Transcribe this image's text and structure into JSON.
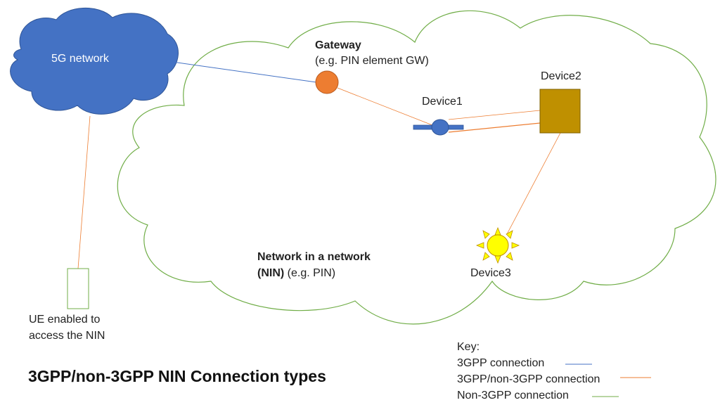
{
  "five_g": {
    "label": "5G network"
  },
  "gateway": {
    "title": "Gateway",
    "subtitle": "(e.g. PIN element GW)"
  },
  "device1": {
    "label": "Device1"
  },
  "device2": {
    "label": "Device2"
  },
  "device3": {
    "label": "Device3"
  },
  "nin": {
    "line1": "Network in a network",
    "line2_bold": "(NIN)",
    "line2_rest": " (e.g. PIN)"
  },
  "ue": {
    "line1": "UE enabled to",
    "line2": "access the NIN"
  },
  "title": "3GPP/non-3GPP NIN Connection types",
  "key": {
    "heading": "Key:",
    "items": [
      {
        "label": "3GPP connection",
        "color": "#4472c4"
      },
      {
        "label": "3GPP/non-3GPP connection",
        "color": "#ed7d31"
      },
      {
        "label": "Non-3GPP connection",
        "color": "#70ad47"
      }
    ]
  },
  "colors": {
    "cloud_5g_fill": "#4472c4",
    "gateway_fill": "#ed7d31",
    "device2_fill": "#bf9000",
    "device3_fill": "#ffff00",
    "nin_cloud_stroke": "#70ad47"
  }
}
